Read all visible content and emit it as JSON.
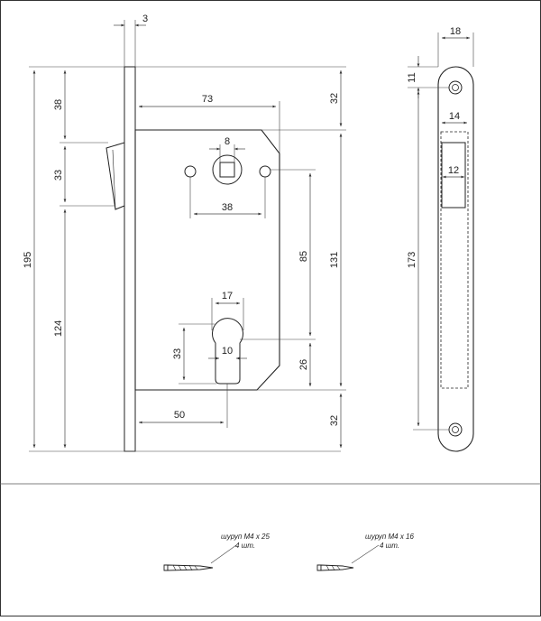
{
  "colors": {
    "line": "#222222",
    "dim_line": "#444444",
    "background": "#ffffff"
  },
  "dimensions": {
    "faceplate_thickness": "3",
    "top_offset": "38",
    "latch_height": "33",
    "latch_to_bottom": "124",
    "overall_height": "195",
    "backset": "73",
    "top_to_body": "32",
    "spindle_square": "8",
    "screw_hole_spacing": "38",
    "spindle_to_cylinder": "85",
    "body_height": "131",
    "cylinder_width": "17",
    "cylinder_slot": "10",
    "cylinder_height": "33",
    "cylinder_to_bottom": "26",
    "cylinder_backset": "50",
    "body_to_bottom": "32",
    "strike_width": "18",
    "strike_hole_offset": "11",
    "strike_cutout_width": "14",
    "strike_latch_width": "12",
    "strike_hole_spacing": "173"
  },
  "screws": [
    {
      "label": "шуруп М4 х 25",
      "quantity": "4 шт."
    },
    {
      "label": "шуруп М4 х 16",
      "quantity": "4 шт."
    }
  ]
}
